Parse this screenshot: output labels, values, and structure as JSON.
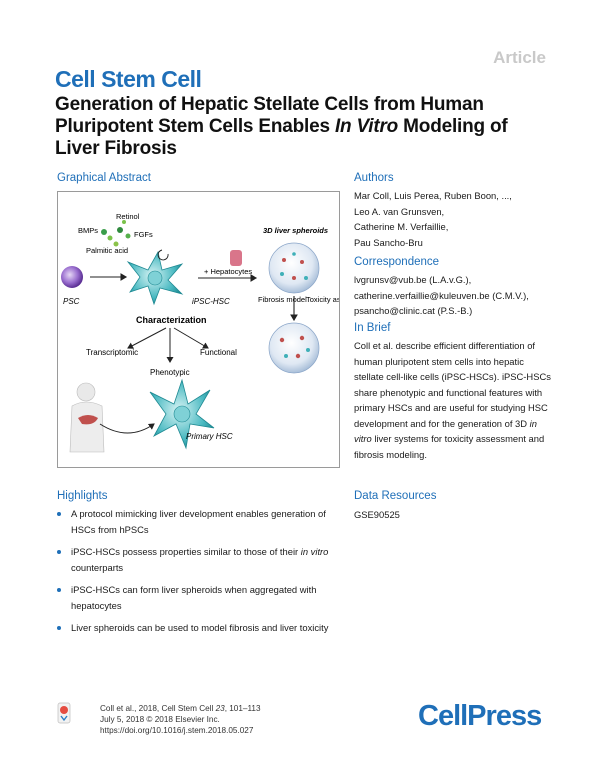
{
  "header": {
    "article_tag": "Article",
    "journal": "Cell Stem Cell",
    "title_part1": "Generation of Hepatic Stellate Cells from Human Pluripotent Stem Cells Enables ",
    "title_italic": "In Vitro",
    "title_part2": " Modeling of Liver Fibrosis"
  },
  "graphical_abstract": {
    "heading": "Graphical Abstract",
    "labels": {
      "bmps": "BMPs",
      "retinol": "Retinol",
      "fgfs": "FGFs",
      "palmitic": "Palmitic acid",
      "psc": "PSC",
      "ipsc_hsc": "iPSC-HSC",
      "hepatocytes": "+ Hepatocytes",
      "spheroids": "3D liver spheroids",
      "fibrosis_model": "Fibrosis model",
      "toxicity_assay": "Toxicity assay",
      "characterization": "Characterization",
      "transcriptomic": "Transcriptomic",
      "functional": "Functional",
      "phenotypic": "Phenotypic",
      "primary_hsc": "Primary HSC"
    },
    "colors": {
      "accent": "#1f6fb8",
      "cell": "#3fb0b8",
      "psc": "#7a4bb5",
      "liver": "#c0504d"
    }
  },
  "authors": {
    "heading": "Authors",
    "lines": [
      "Mar Coll, Luis Perea, Ruben Boon, ...,",
      "Leo A. van Grunsven,",
      "Catherine M. Verfaillie,",
      "Pau Sancho-Bru"
    ]
  },
  "correspondence": {
    "heading": "Correspondence",
    "lines": [
      "lvgrunsv@vub.be (L.A.v.G.),",
      "catherine.verfaillie@kuleuven.be (C.M.V.),",
      "psancho@clinic.cat (P.S.-B.)"
    ]
  },
  "in_brief": {
    "heading": "In Brief",
    "part1": "Coll et al. describe efficient differentiation of human pluripotent stem cells into hepatic stellate cell-like cells (iPSC-HSCs). iPSC-HSCs share phenotypic and functional features with primary HSCs and are useful for studying HSC development and for the generation of 3D ",
    "italic": "in vitro",
    "part2": " liver systems for toxicity assessment and fibrosis modeling."
  },
  "highlights": {
    "heading": "Highlights",
    "item1": "A protocol mimicking liver development enables generation of HSCs from hPSCs",
    "item2_part1": "iPSC-HSCs possess properties similar to those of their ",
    "item2_italic": "in vitro",
    "item2_part2": " counterparts",
    "item3": "iPSC-HSCs can form liver spheroids when aggregated with hepatocytes",
    "item4": "Liver spheroids can be used to model fibrosis and liver toxicity"
  },
  "data_resources": {
    "heading": "Data Resources",
    "accession": "GSE90525"
  },
  "footer": {
    "cite_part1": "Coll et al., 2018, Cell Stem Cell ",
    "cite_volume": "23",
    "cite_part2": ", 101–113",
    "date_line": "July 5, 2018 © 2018 Elsevier Inc.",
    "doi": "https://doi.org/10.1016/j.stem.2018.05.027",
    "publisher_logo": "CellPress"
  }
}
